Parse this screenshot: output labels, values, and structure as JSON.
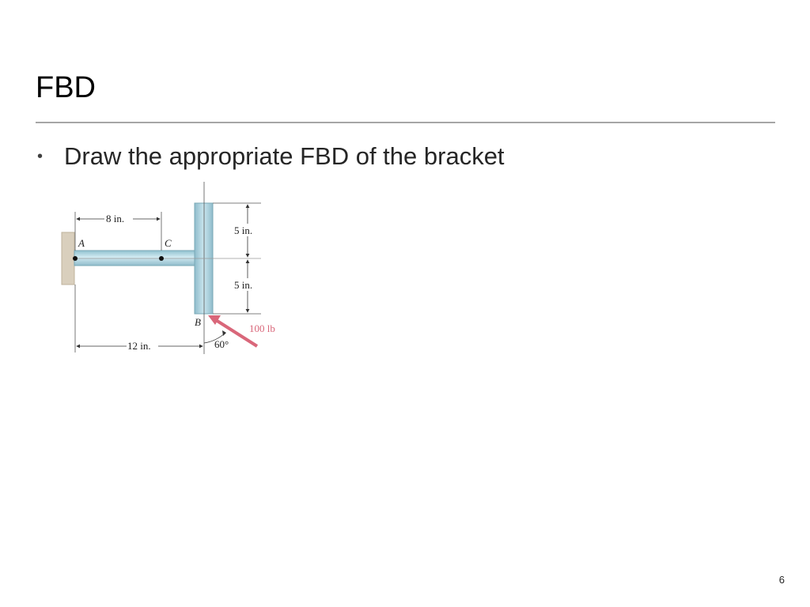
{
  "slide": {
    "title": "FBD",
    "bullet": "Draw the appropriate FBD of the bracket",
    "page_number": "6"
  },
  "figure": {
    "point_labels": {
      "a": "A",
      "b": "B",
      "c": "C"
    },
    "dimensions": {
      "ac": "8 in.",
      "ab": "12 in.",
      "upper": "5 in.",
      "lower": "5 in."
    },
    "force": {
      "label": "100 lb",
      "angle": "60°",
      "color": "#d9677a"
    },
    "colors": {
      "wall": "#d9cfbd",
      "bracket": "#a9d1dd",
      "bracket_edge": "#7aa8b6"
    }
  }
}
